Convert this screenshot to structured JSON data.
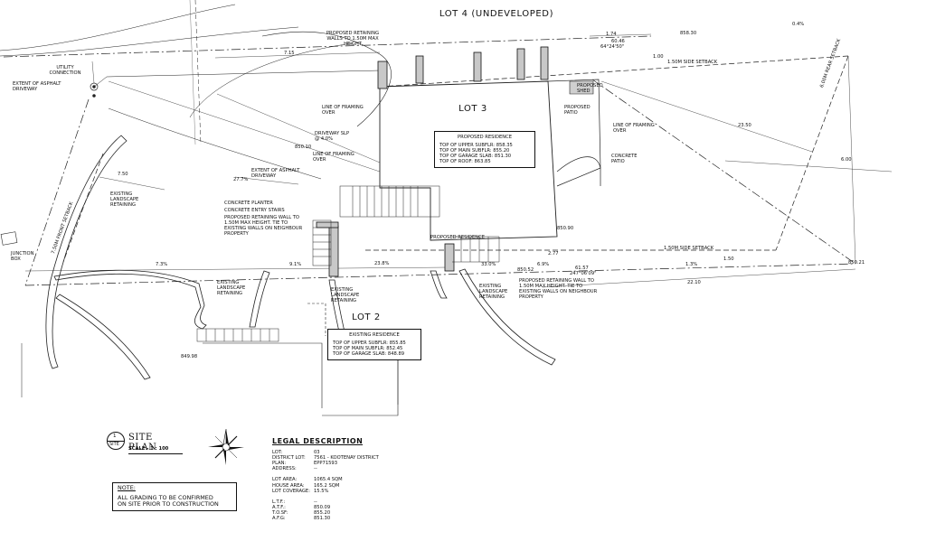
{
  "lots": {
    "lot4": "LOT 4  (UNDEVELOPED)",
    "lot3": "LOT 3",
    "lot2": "LOT 2"
  },
  "labels": {
    "utility_connection": "UTILITY CONNECTION",
    "extent_asphalt_driveway": "EXTENT OF ASPHALT DRIVEWAY",
    "extent_asphalt_driveway_2": "EXTENT OF ASPHALT DRIVEWAY",
    "proposed_retaining_top": "PROPOSED RETAINING WALLS TO 1.50m MAX HEIGHT",
    "line_framing_over_1": "LINE OF FRAMING OVER",
    "line_framing_over_2": "LINE OF FRAMING OVER",
    "line_framing_over_3": "LINE OF FRAMING OVER",
    "driveway_slope": "DRIVEWAY SLP @ 4.0%",
    "existing_landscape_left": "EXISTING LANDSCAPE RETAINING",
    "concrete_planter": "CONCRETE PLANTER",
    "concrete_entry_stairs": "CONCRETE ENTRY STAIRS",
    "proposed_retaining_wall_left": "PROPOSED RETAINING WALL TO 1.50m MAX HEIGHT. TIE TO EXISTING WALLS ON NEIGHBOUR PROPERTY",
    "junction_box": "JUNCTION BOX",
    "existing_landscape_center_left": "EXISTING LANDSCAPE RETAINING",
    "existing_landscape_center": "EXISTING LANDSCAPE RETAINING",
    "existing_landscape_right": "EXISTING LANDSCAPE RETAINING",
    "proposed_retaining_right": "PROPOSED RETAINING WALL TO 1.50m MAX HEIGHT. TIE TO EXISTING WALLS ON NEIGHBOUR PROPERTY",
    "proposed_shed": "PROPOSED SHED",
    "proposed_patio": "PROPOSED PATIO",
    "concrete_patio": "CONCRETE PATIO",
    "proposed_residence_tag": "PROPOSED RESIDENCE",
    "side_setback_top": "1.50m SIDE SETBACK",
    "side_setback_bottom": "1.50m SIDE SETBACK",
    "rear_setback": "6.00m REAR SETBACK",
    "front_setback": "7.50m FRONT SETBACK"
  },
  "dimensions": {
    "d_7_15": "7.15",
    "d_1_74": "1.74",
    "d_0_4": "0.4%",
    "d_60_46": "60.46",
    "d_60_bearing": "64°24'50\"",
    "d_1_00": "1.00",
    "d_23_50": "23.50",
    "d_6_00": "6.00",
    "d_27_7": "27.7%",
    "d_7_50": "7.50",
    "d_7_3": "7.3%",
    "d_9_1": "9.1%",
    "d_23_8": "23.8%",
    "d_33_0": "33.0%",
    "d_6_9": "6.9%",
    "d_2_77": "2.77",
    "d_61_57": "61.57",
    "d_bearing_bottom": "247°06'09\"",
    "d_1_50": "1.50",
    "d_1_3": "1.3%",
    "d_22_10": "22.10",
    "d_850_10": "850.10",
    "d_850_21": "850.21",
    "d_858_30": "858.30",
    "d_849_98": "849.98",
    "d_850_52": "850.52",
    "d_850_90": "850.90"
  },
  "proposed_residence": {
    "title": "PROPOSED RESIDENCE",
    "lines": [
      "TOP of UPPER SUBFLR: 858.35",
      "TOP of MAIN SUBFLR: 855.20",
      "TOP of GARAGE SLAB: 851.30",
      "TOP of ROOF: 863.85"
    ]
  },
  "existing_residence": {
    "title": "EXISTING RESIDENCE",
    "lines": [
      "TOP of UPPER SUBFLR: 855.85",
      "TOP of MAIN SUBFLR: 852.45",
      "TOP of GARAGE SLAB: 848.89"
    ]
  },
  "title_block": {
    "number": "1",
    "sheet": "SITE",
    "name": "SITE PLAN",
    "scale": "SCALE - 1 : 100"
  },
  "legal": {
    "heading": "LEGAL DESCRIPTION",
    "rows": [
      {
        "k": "LOT:",
        "v": "03"
      },
      {
        "k": "DISTRICT LOT:",
        "v": "7561 - KOOTENAY DISTRICT"
      },
      {
        "k": "PLAN:",
        "v": "EPP71593"
      },
      {
        "k": "ADDRESS:",
        "v": "--"
      }
    ],
    "rows2": [
      {
        "k": "LOT AREA:",
        "v": "1065.4 sqm"
      },
      {
        "k": "HOUSE AREA:",
        "v": "165.2 sqm"
      },
      {
        "k": "LOT COVERAGE:",
        "v": "15.5%"
      }
    ],
    "rows3": [
      {
        "k": "L.T.F.:",
        "v": "--"
      },
      {
        "k": "A.T.F.:",
        "v": "850.09"
      },
      {
        "k": "T.O.SF:",
        "v": "855.20"
      },
      {
        "k": "A.F.G:",
        "v": "851.30"
      }
    ]
  },
  "note": {
    "heading": "NOTE:",
    "line1": "ALL GRADING TO BE CONFIRMED",
    "line2": "ON SITE PRIOR TO CONSTRUCTION"
  },
  "icons": {
    "north_arrow": "compass-rose-icon"
  }
}
